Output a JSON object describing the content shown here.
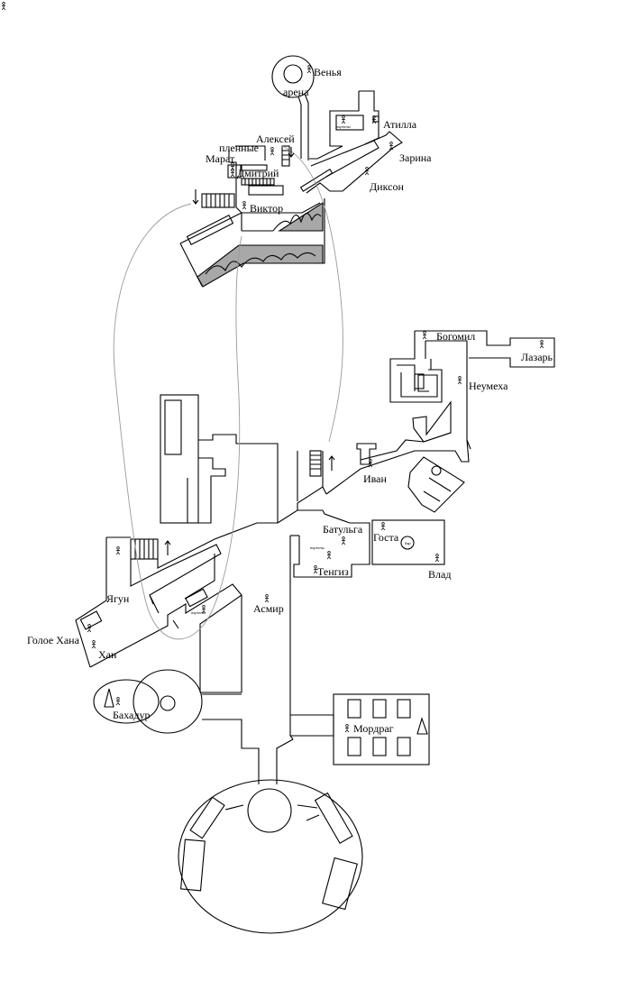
{
  "map": {
    "labels": {
      "venya": "Венья",
      "arena": "арена",
      "atilla": "Атилла",
      "aleksey": "Алексей",
      "plennye": "пленные",
      "marat": "Марат",
      "dmitriy": "Дмитрий",
      "zarina": "Зарина",
      "dikson": "Диксон",
      "viktor": "Виктор",
      "bogomil": "Богомил",
      "lazar": "Лазарь",
      "neumekha": "Неумеха",
      "ivan": "Иван",
      "batulga": "Батульга",
      "gosta": "Госта",
      "tengiz": "Тенгиз",
      "vlad": "Влад",
      "yagun": "Ягун",
      "asmir": "Асмир",
      "golos_khana": "Голое Хана",
      "khan": "Хан",
      "bakhadur": "Бахадур",
      "mordrag": "Мордраг"
    },
    "small_labels": {
      "portals_top": "портелы",
      "portals_mid": "портелы",
      "portals_left": "портелы",
      "bar": "бар"
    },
    "icons": [
      "person-icon",
      "arrow-up-icon",
      "arrow-down-icon",
      "stairs-icon",
      "triangle-icon"
    ]
  }
}
